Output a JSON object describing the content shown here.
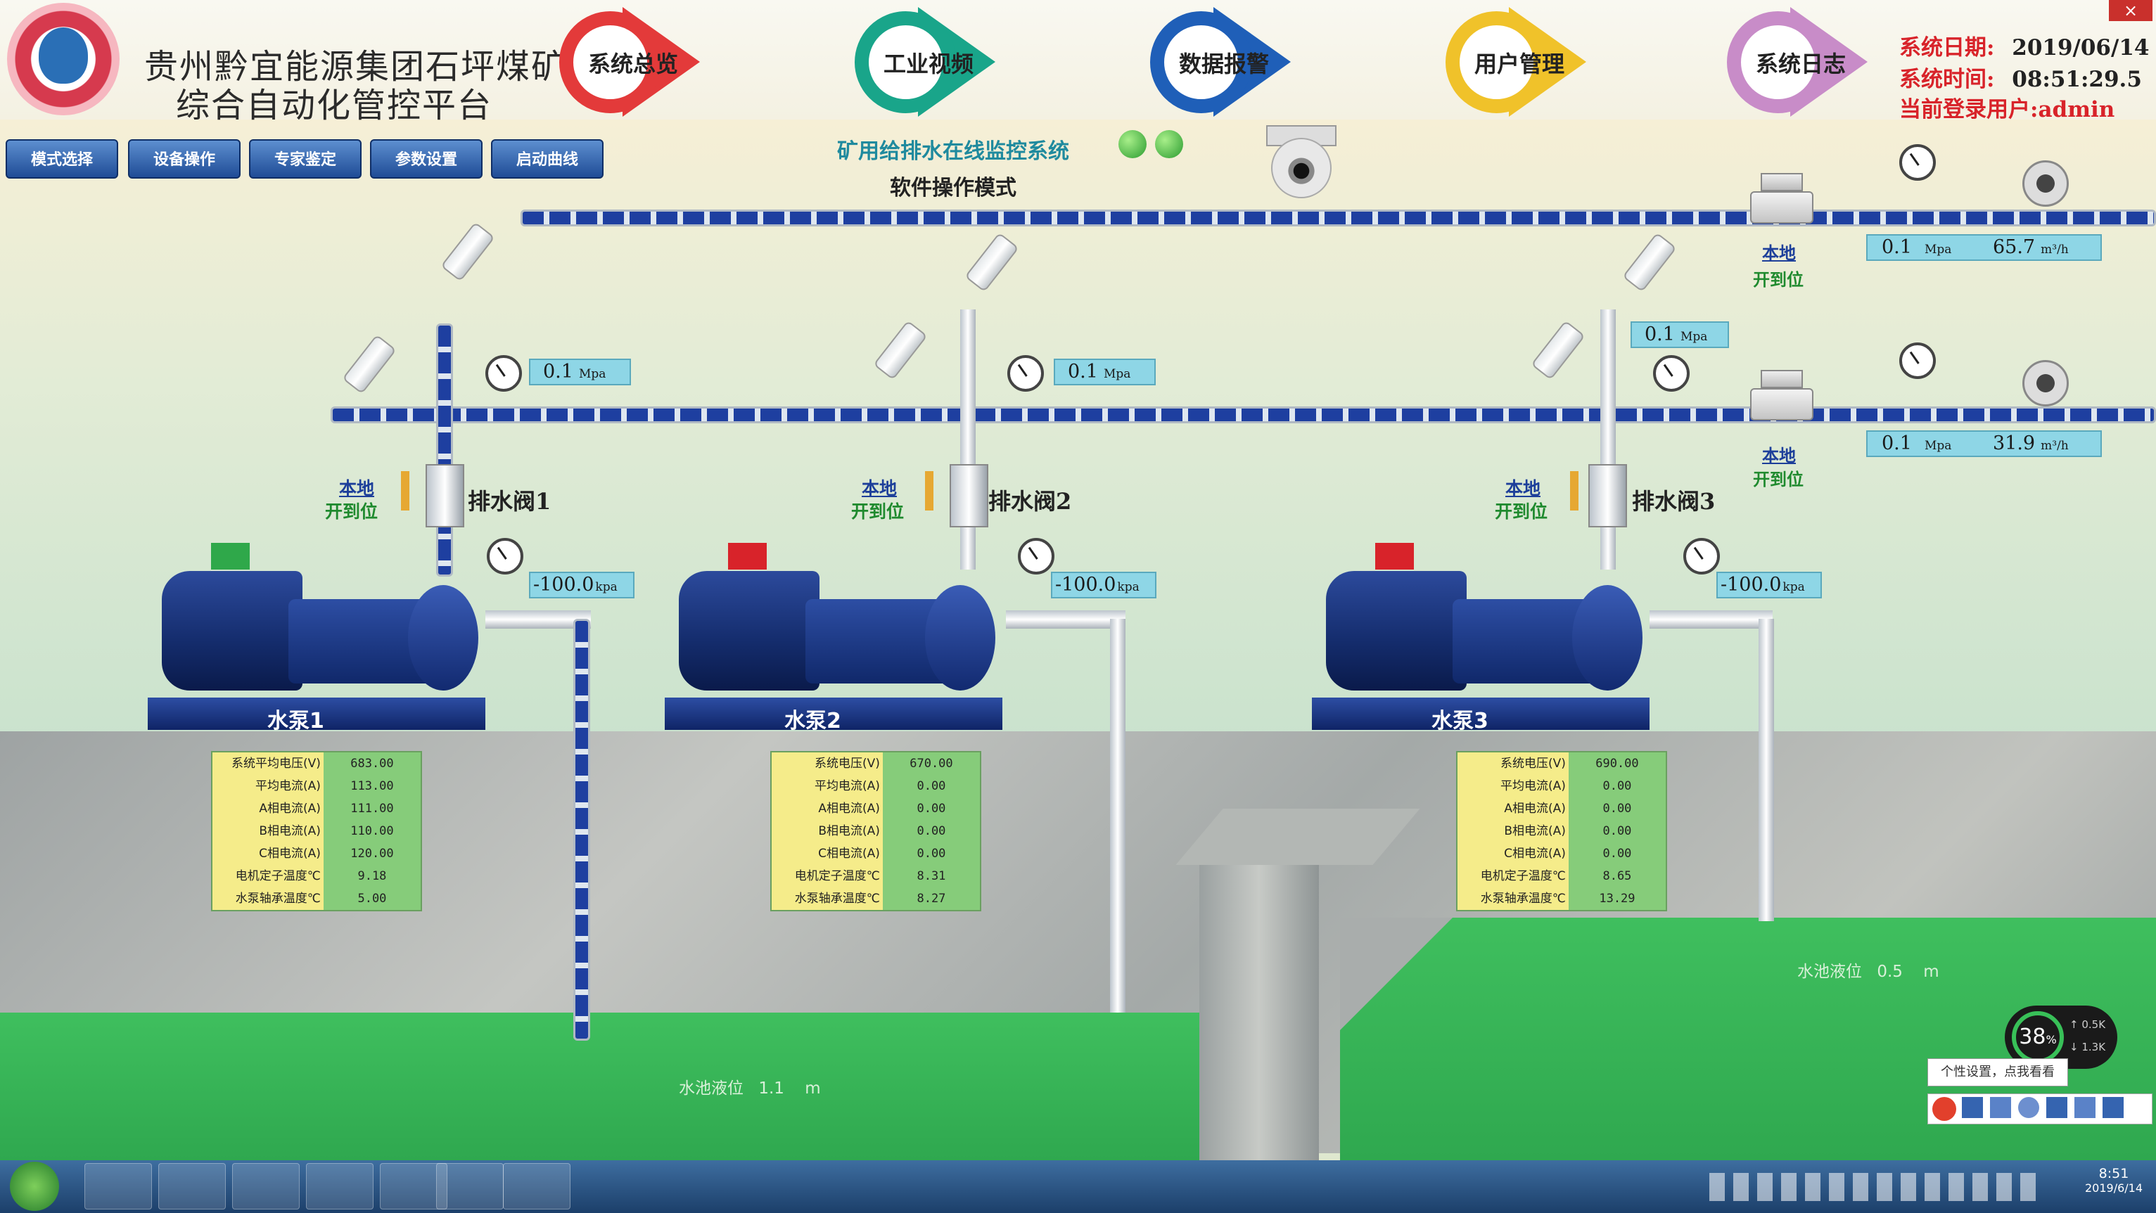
{
  "header": {
    "title_line1": "贵州黔宜能源集团石坪煤矿",
    "title_line2": "综合自动化管控平台",
    "nav": [
      {
        "label": "系统总览",
        "color": "#e33a3a"
      },
      {
        "label": "工业视频",
        "color": "#19a58a"
      },
      {
        "label": "数据报警",
        "color": "#1f5fb8"
      },
      {
        "label": "用户管理",
        "color": "#f0c22a"
      },
      {
        "label": "系统日志",
        "color": "#c88cc8"
      }
    ],
    "sys_date_label": "系统日期:",
    "sys_date": "2019/06/14",
    "sys_time_label": "系统时间:",
    "sys_time": "08:51:29.5",
    "user_label": "当前登录用户:",
    "user": "admin"
  },
  "toolbar": {
    "buttons": [
      "模式选择",
      "设备操作",
      "专家鉴定",
      "参数设置",
      "启动曲线"
    ]
  },
  "system": {
    "title": "矿用给排水在线监控系统",
    "mode": "软件操作模式"
  },
  "gauges": {
    "g1": "0.1",
    "g2": "0.1",
    "g3": "0.1",
    "unit_mpa": "Mpa",
    "suction1": "-100.0",
    "suction2": "-100.0",
    "suction3": "-100.0",
    "unit_kpa": "kpa"
  },
  "outlets": [
    {
      "pressure": "0.1",
      "p_unit": "Mpa",
      "flow": "65.7",
      "f_unit": "m³/h",
      "local": "本地",
      "status": "开到位"
    },
    {
      "pressure": "0.1",
      "p_unit": "Mpa",
      "flow": "31.9",
      "f_unit": "m³/h",
      "local": "本地",
      "status": "开到位"
    }
  ],
  "valves": [
    {
      "name": "排水阀1",
      "local": "本地",
      "status": "开到位"
    },
    {
      "name": "排水阀2",
      "local": "本地",
      "status": "开到位"
    },
    {
      "name": "排水阀3",
      "local": "本地",
      "status": "开到位"
    }
  ],
  "pumps": [
    {
      "name": "水泵1",
      "running": true,
      "status_color": "#2fa84a",
      "rows": [
        [
          "系统平均电压(V)",
          "683.00"
        ],
        [
          "平均电流(A)",
          "113.00"
        ],
        [
          "A相电流(A)",
          "111.00"
        ],
        [
          "B相电流(A)",
          "110.00"
        ],
        [
          "C相电流(A)",
          "120.00"
        ],
        [
          "电机定子温度℃",
          "9.18"
        ],
        [
          "水泵轴承温度℃",
          "5.00"
        ]
      ]
    },
    {
      "name": "水泵2",
      "running": false,
      "status_color": "#d8232a",
      "rows": [
        [
          "系统电压(V)",
          "670.00"
        ],
        [
          "平均电流(A)",
          "0.00"
        ],
        [
          "A相电流(A)",
          "0.00"
        ],
        [
          "B相电流(A)",
          "0.00"
        ],
        [
          "C相电流(A)",
          "0.00"
        ],
        [
          "电机定子温度℃",
          "8.31"
        ],
        [
          "水泵轴承温度℃",
          "8.27"
        ]
      ]
    },
    {
      "name": "水泵3",
      "running": false,
      "status_color": "#d8232a",
      "rows": [
        [
          "系统电压(V)",
          "690.00"
        ],
        [
          "平均电流(A)",
          "0.00"
        ],
        [
          "A相电流(A)",
          "0.00"
        ],
        [
          "B相电流(A)",
          "0.00"
        ],
        [
          "C相电流(A)",
          "0.00"
        ],
        [
          "电机定子温度℃",
          "8.65"
        ],
        [
          "水泵轴承温度℃",
          "13.29"
        ]
      ]
    }
  ],
  "water": {
    "left_label": "水池液位",
    "left_value": "1.1",
    "left_unit": "m",
    "right_label": "水池液位",
    "right_value": "0.5",
    "right_unit": "m"
  },
  "widget": {
    "percent": "38",
    "unit": "%",
    "up": "0.5",
    "down": "1.3",
    "up_unit": "K",
    "down_unit": "K"
  },
  "tooltip": "个性设置，点我看看",
  "taskbar": {
    "time": "8:51",
    "date": "2019/6/14"
  }
}
